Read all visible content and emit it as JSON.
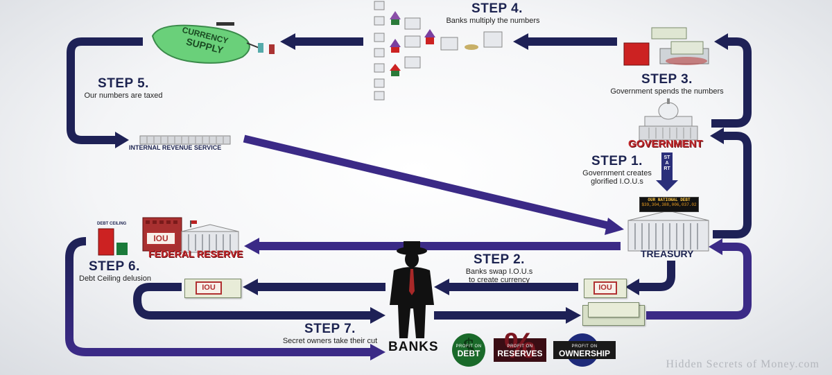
{
  "steps": {
    "step1": {
      "title": "STEP 1.",
      "desc1": "Government creates",
      "desc2": "glorified I.O.U.s"
    },
    "step2": {
      "title": "STEP 2.",
      "desc1": "Banks swap I.O.U.s",
      "desc2": "to create currency"
    },
    "step3": {
      "title": "STEP 3.",
      "desc1": "Government spends the numbers"
    },
    "step4": {
      "title": "STEP 4.",
      "desc1": "Banks multiply the numbers"
    },
    "step5": {
      "title": "STEP 5.",
      "desc1": "Our numbers are taxed"
    },
    "step6": {
      "title": "STEP 6.",
      "desc1": "Debt Ceiling delusion"
    },
    "step7": {
      "title": "STEP 7.",
      "desc1": "Secret owners take their cut"
    }
  },
  "entities": {
    "government": "GOVERNMENT",
    "treasury": "TREASURY",
    "federal_reserve": "FEDERAL RESERVE",
    "irs": "INTERNAL REVENUE SERVICE",
    "banks": "BANKS",
    "currency_supply_1": "CURRENCY",
    "currency_supply_2": "SUPPLY",
    "start": "START",
    "debt_ceiling": "DEBT CEILING"
  },
  "debt_counter": {
    "title": "OUR NATIONAL DEBT",
    "value": "$39,304,388,006,037.02"
  },
  "iou_label": "IOU",
  "profits": [
    {
      "small": "PROFIT ON",
      "big": "DEBT"
    },
    {
      "small": "PROFIT ON",
      "big": "RESERVES"
    },
    {
      "small": "PROFIT ON",
      "big": "OWNERSHIP"
    }
  ],
  "watermark": "Hidden Secrets of Money.com",
  "colors": {
    "arrow_navy": "#1e2156",
    "arrow_purple": "#4a2a8a",
    "title_red": "#c0282c",
    "text_navy": "#1c2350",
    "balloon_green": "#6ad07a"
  }
}
